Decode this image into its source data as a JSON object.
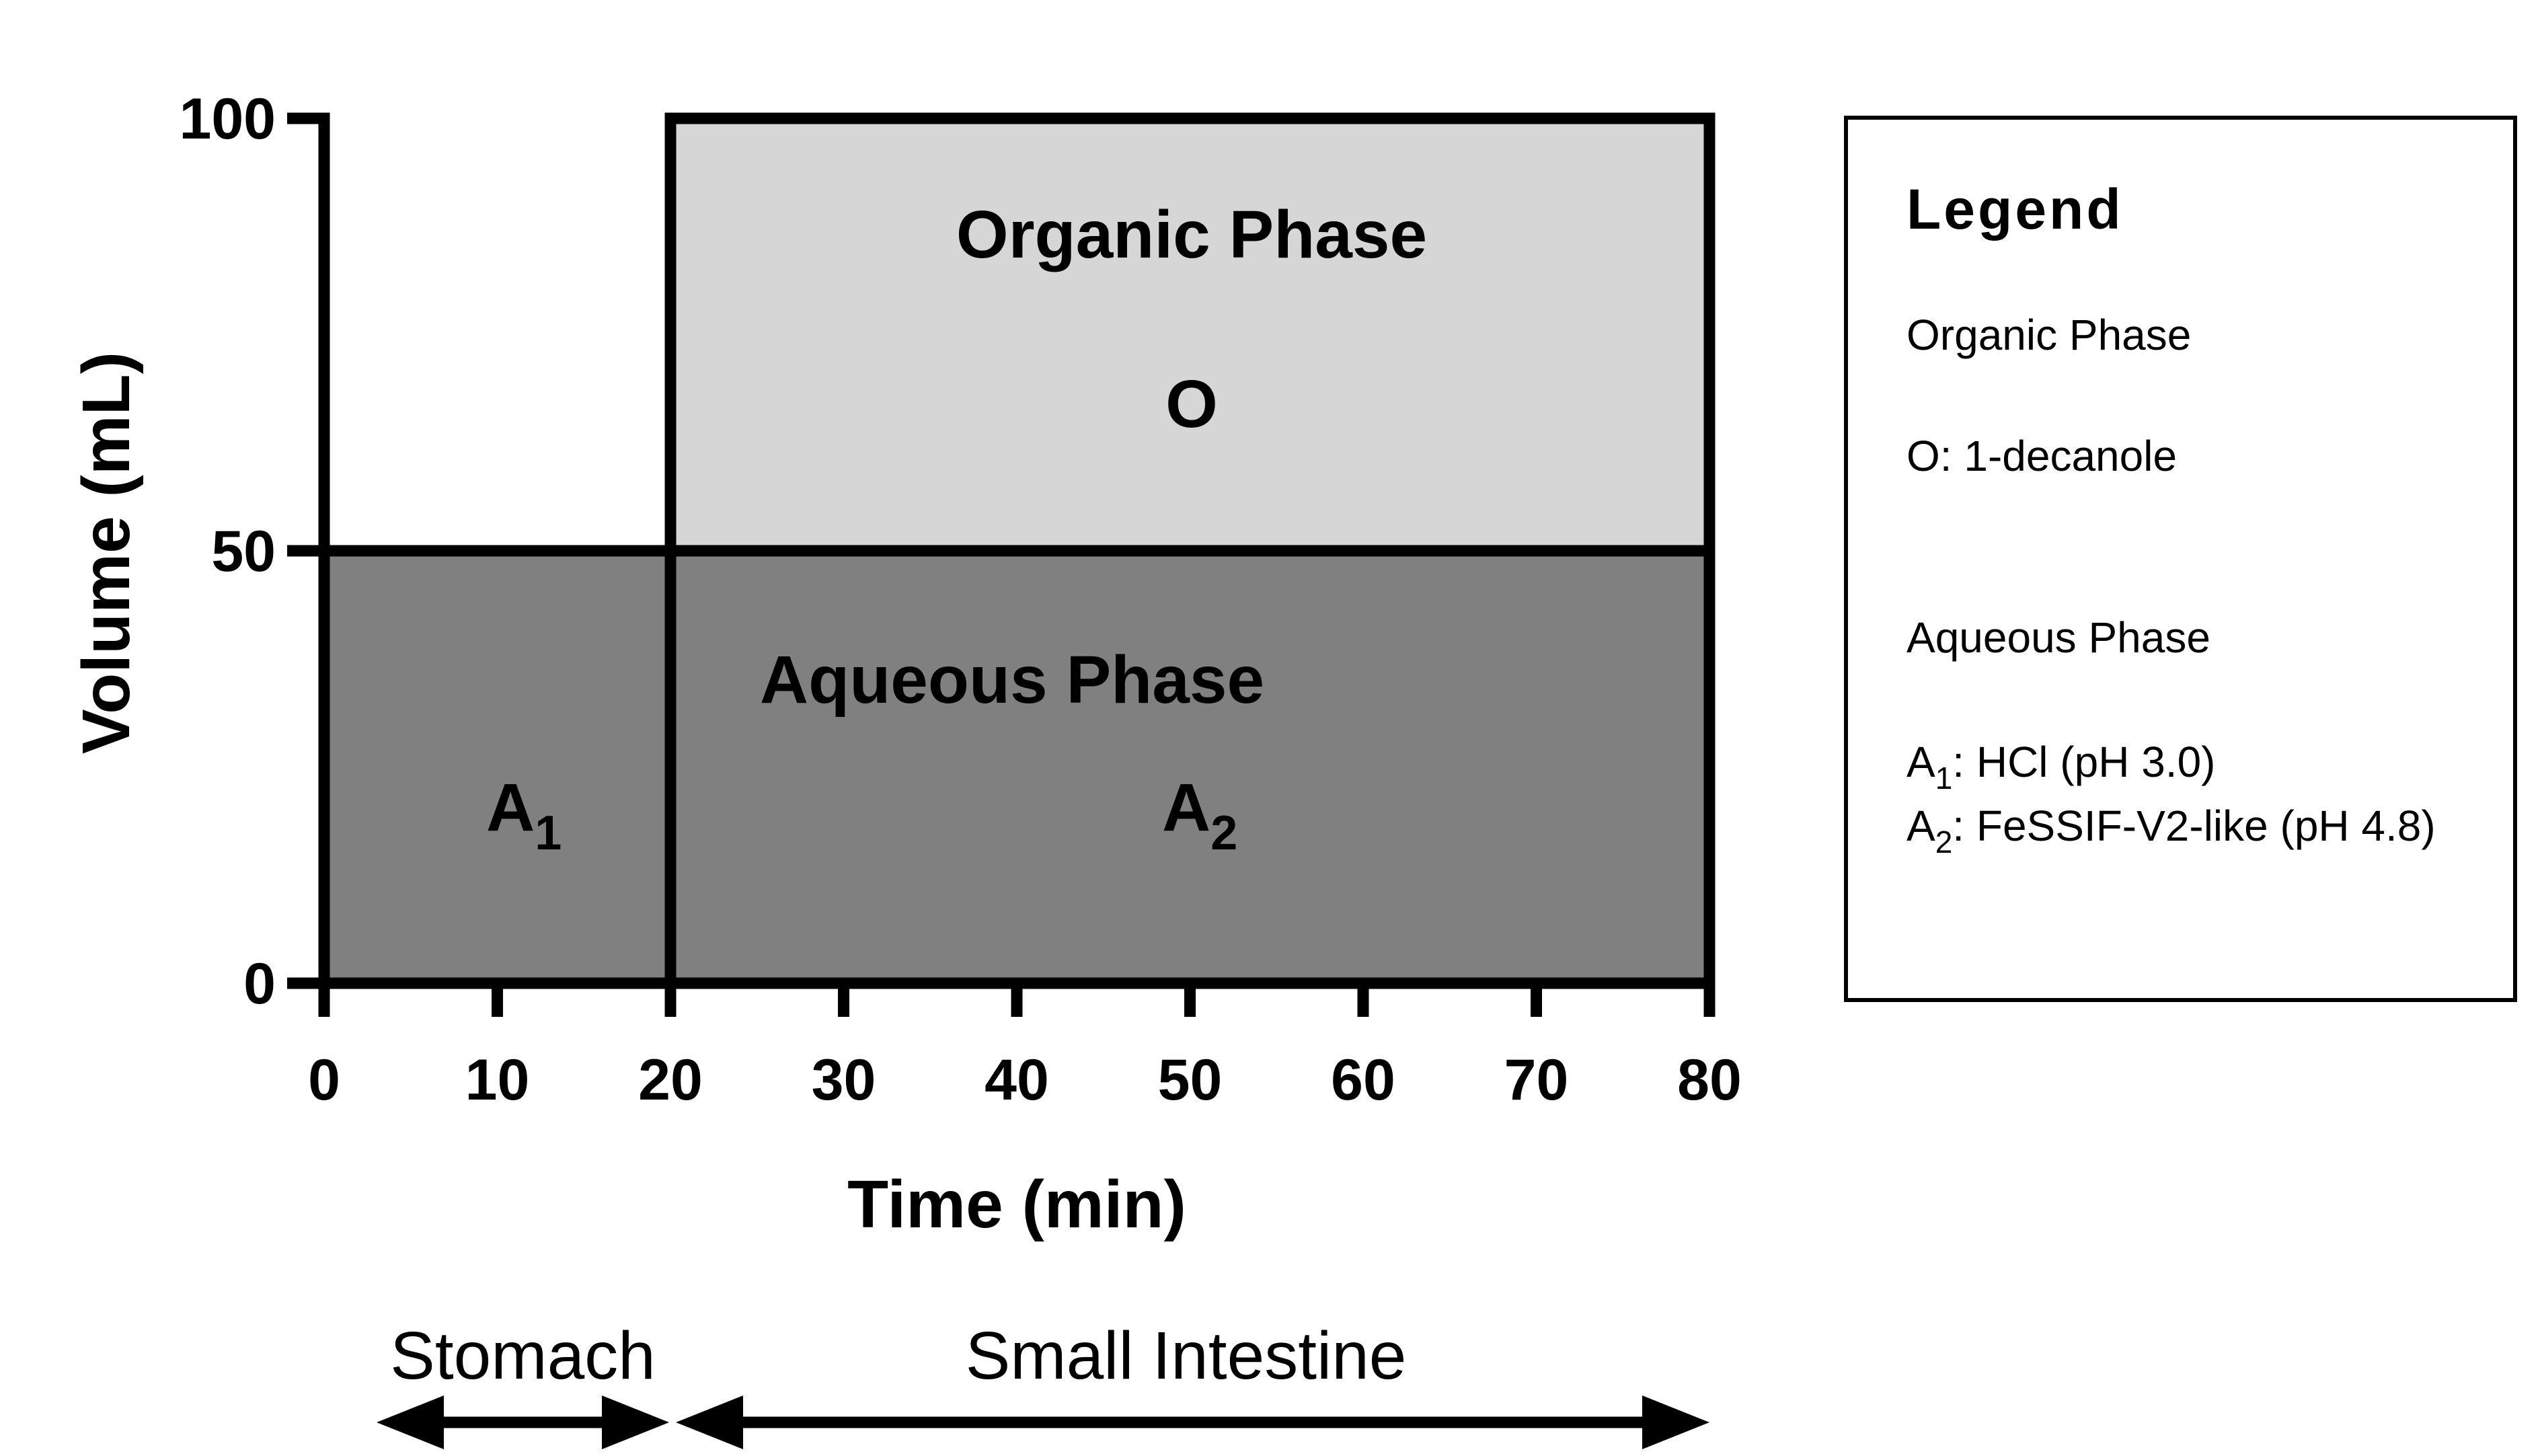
{
  "chart_data": {
    "type": "area",
    "xlabel": "Time (min)",
    "ylabel": "Volume (mL)",
    "xlim": [
      0,
      80
    ],
    "ylim": [
      0,
      100
    ],
    "x_ticks": [
      "0",
      "10",
      "20",
      "30",
      "40",
      "50",
      "60",
      "70",
      "80"
    ],
    "y_ticks": [
      "0",
      "50",
      "100"
    ],
    "regions": [
      {
        "id": "A1",
        "label": "A",
        "subscript": "1",
        "x_range": [
          0,
          20
        ],
        "y_range": [
          0,
          50
        ],
        "color": "#808080"
      },
      {
        "id": "A2",
        "label": "A",
        "subscript": "2",
        "x_range": [
          20,
          80
        ],
        "y_range": [
          0,
          50
        ],
        "color": "#808080"
      },
      {
        "id": "O",
        "label": "O",
        "x_range": [
          20,
          80
        ],
        "y_range": [
          50,
          100
        ],
        "color": "#d6d6d6"
      }
    ],
    "phase_labels": {
      "organic": "Organic Phase",
      "aqueous": "Aqueous Phase"
    },
    "divider_x": 20,
    "segments": [
      {
        "label": "Stomach",
        "x_range": [
          0,
          20
        ]
      },
      {
        "label": "Small Intestine",
        "x_range": [
          20,
          80
        ]
      }
    ],
    "legend": {
      "title": "Legend",
      "organic_heading": "Organic Phase",
      "organic_entry": "O: 1-decanole",
      "aqueous_heading": "Aqueous Phase",
      "a1_prefix": "A",
      "a1_sub": "1",
      "a1_text": ": HCl (pH 3.0)",
      "a2_prefix": "A",
      "a2_sub": "2",
      "a2_text": ": FeSSIF-V2-like (pH 4.8)"
    }
  }
}
